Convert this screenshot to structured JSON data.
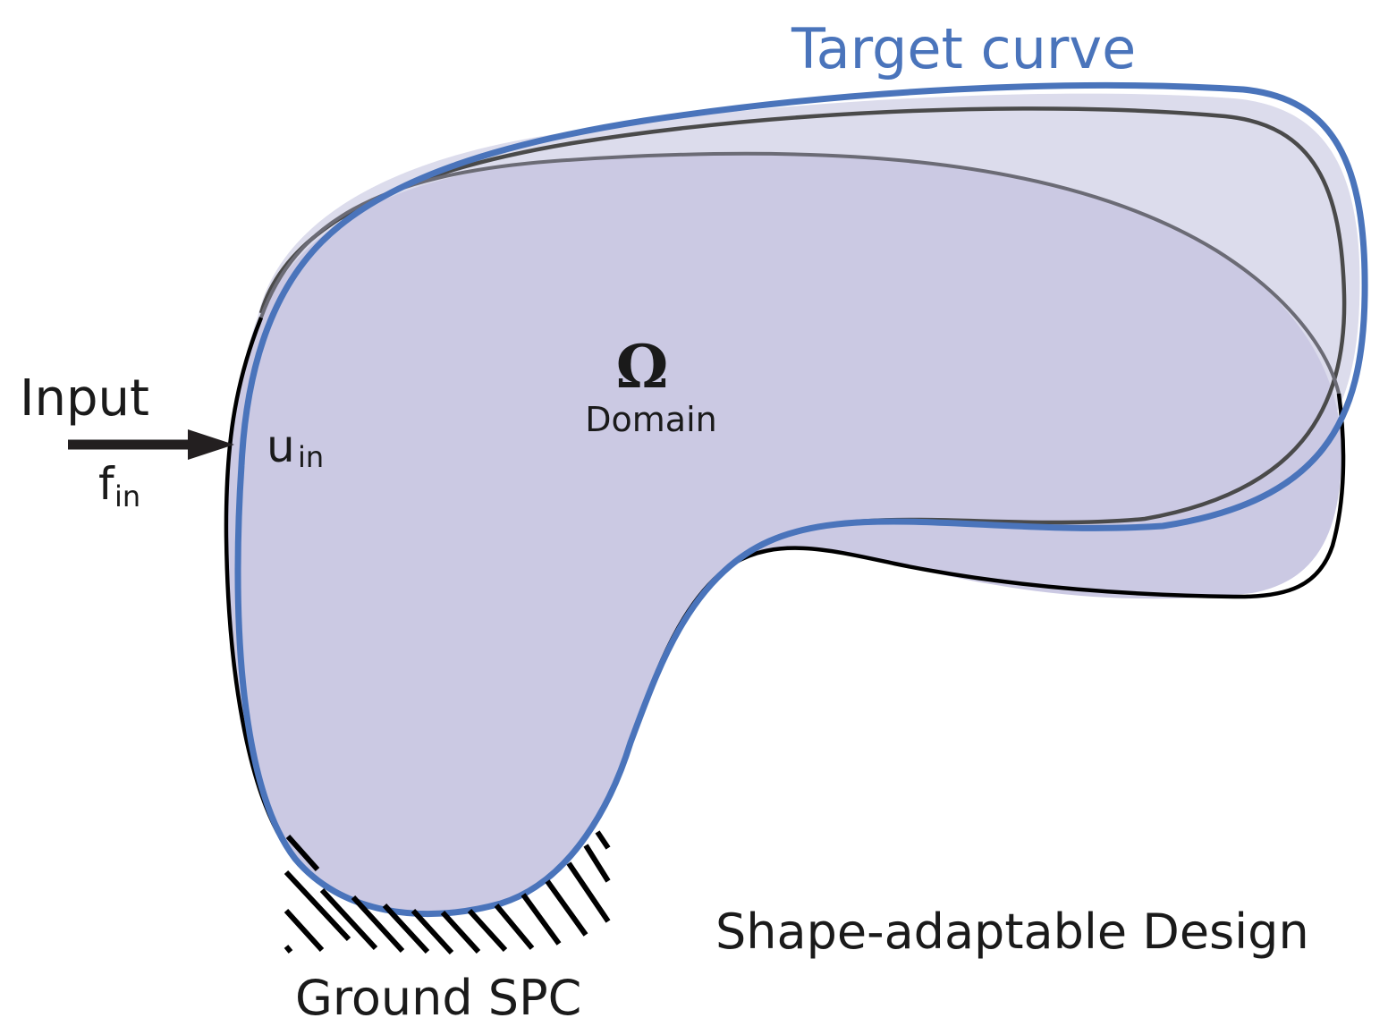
{
  "labels": {
    "target_curve": "Target curve",
    "omega": "Ω",
    "domain": "Domain",
    "input": "Input",
    "u_main": "u",
    "u_sub": "in",
    "f_main": "f",
    "f_sub": "in",
    "ground": "Ground SPC",
    "caption": "Shape-adaptable Design"
  },
  "colors": {
    "target": "#4a74bb",
    "original_outline": "#000000",
    "deformed_outline": "#4a4a4a",
    "inner_outline": "#6b6b75",
    "original_fill": "#cbc9e3",
    "deformed_fill": "#dcdcec",
    "text": "#1a1a1a",
    "arrow": "#231f20"
  }
}
